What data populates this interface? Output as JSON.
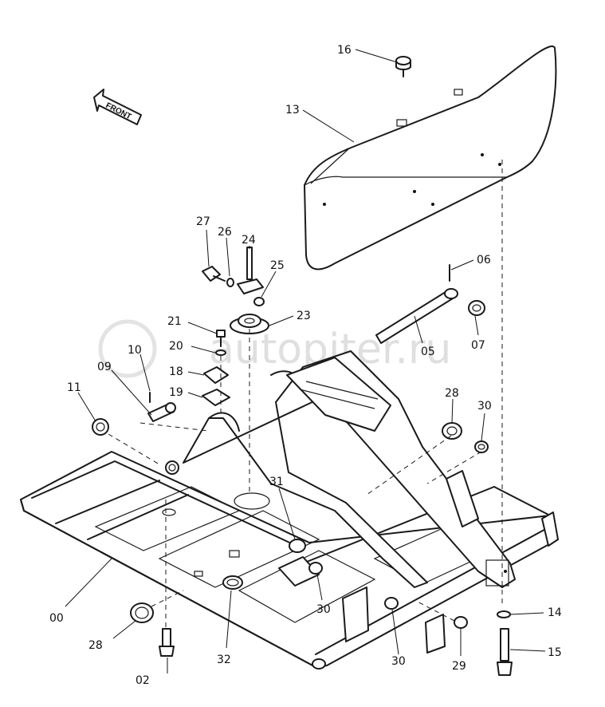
{
  "watermark": "autopiter.ru",
  "front_label": "FRONT",
  "callouts": {
    "c16": "16",
    "c13": "13",
    "c06": "06",
    "c05": "05",
    "c07": "07",
    "c27": "27",
    "c26": "26",
    "c24": "24",
    "c25": "25",
    "c23": "23",
    "c21": "21",
    "c20": "20",
    "c18": "18",
    "c19": "19",
    "c10": "10",
    "c09": "09",
    "c11": "11",
    "c28a": "28",
    "c30a": "30",
    "c31": "31",
    "c00": "00",
    "c30b": "30",
    "c28b": "28",
    "c32": "32",
    "c02": "02",
    "c30c": "30",
    "c29": "29",
    "c14": "14",
    "c15": "15"
  }
}
